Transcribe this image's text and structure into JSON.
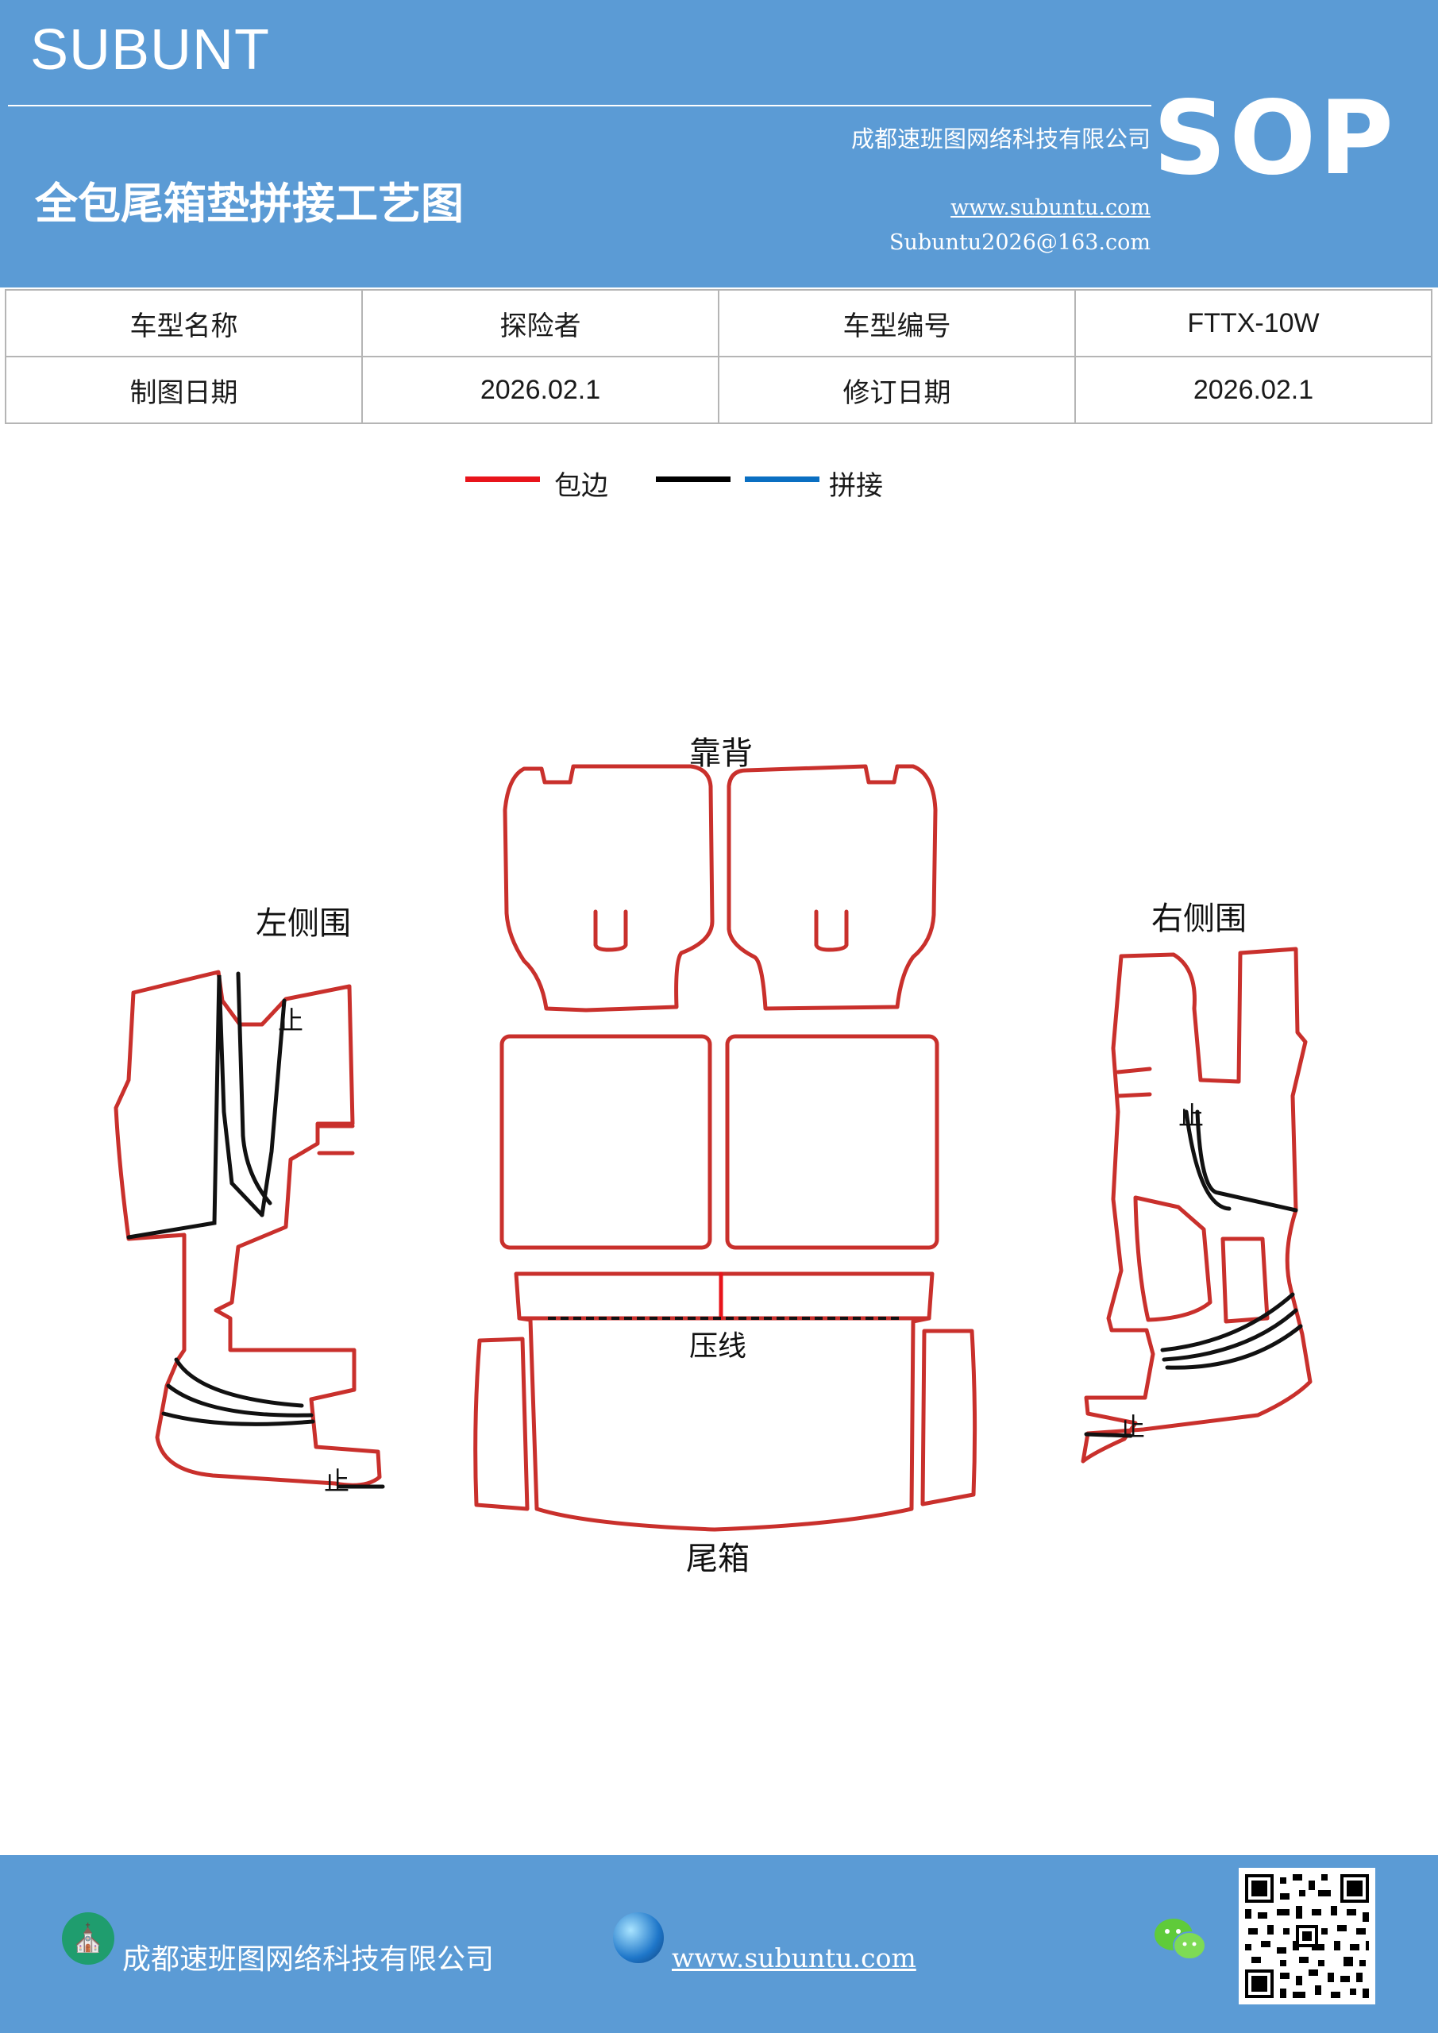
{
  "header": {
    "brand": "SUBUNT",
    "sop": "SOP",
    "title": "全包尾箱垫拼接工艺图",
    "company": "成都速班图网络科技有限公司",
    "website": "www.subuntu.com",
    "email": "Subuntu2026@163.com"
  },
  "info_table": {
    "model_name_label": "车型名称",
    "model_name": "探险者",
    "model_code_label": "车型编号",
    "model_code": "FTTX-10W",
    "draw_date_label": "制图日期",
    "draw_date": "2026.02.1",
    "revise_date_label": "修订日期",
    "revise_date": "2026.02.1"
  },
  "legend": {
    "edge_label": "包边",
    "edge_color": "#e8141b",
    "black_color": "#000000",
    "blue_color": "#0a6fc2",
    "splice_label": "拼接"
  },
  "diagram": {
    "backrest_label": "靠背",
    "left_side_label": "左侧围",
    "right_side_label": "右侧围",
    "crease_label": "压线",
    "trunk_label": "尾箱",
    "stop_mark": "止",
    "outline_color": "#c9302c"
  },
  "footer": {
    "company": "成都速班图网络科技有限公司",
    "website": "www.subuntu.com"
  }
}
